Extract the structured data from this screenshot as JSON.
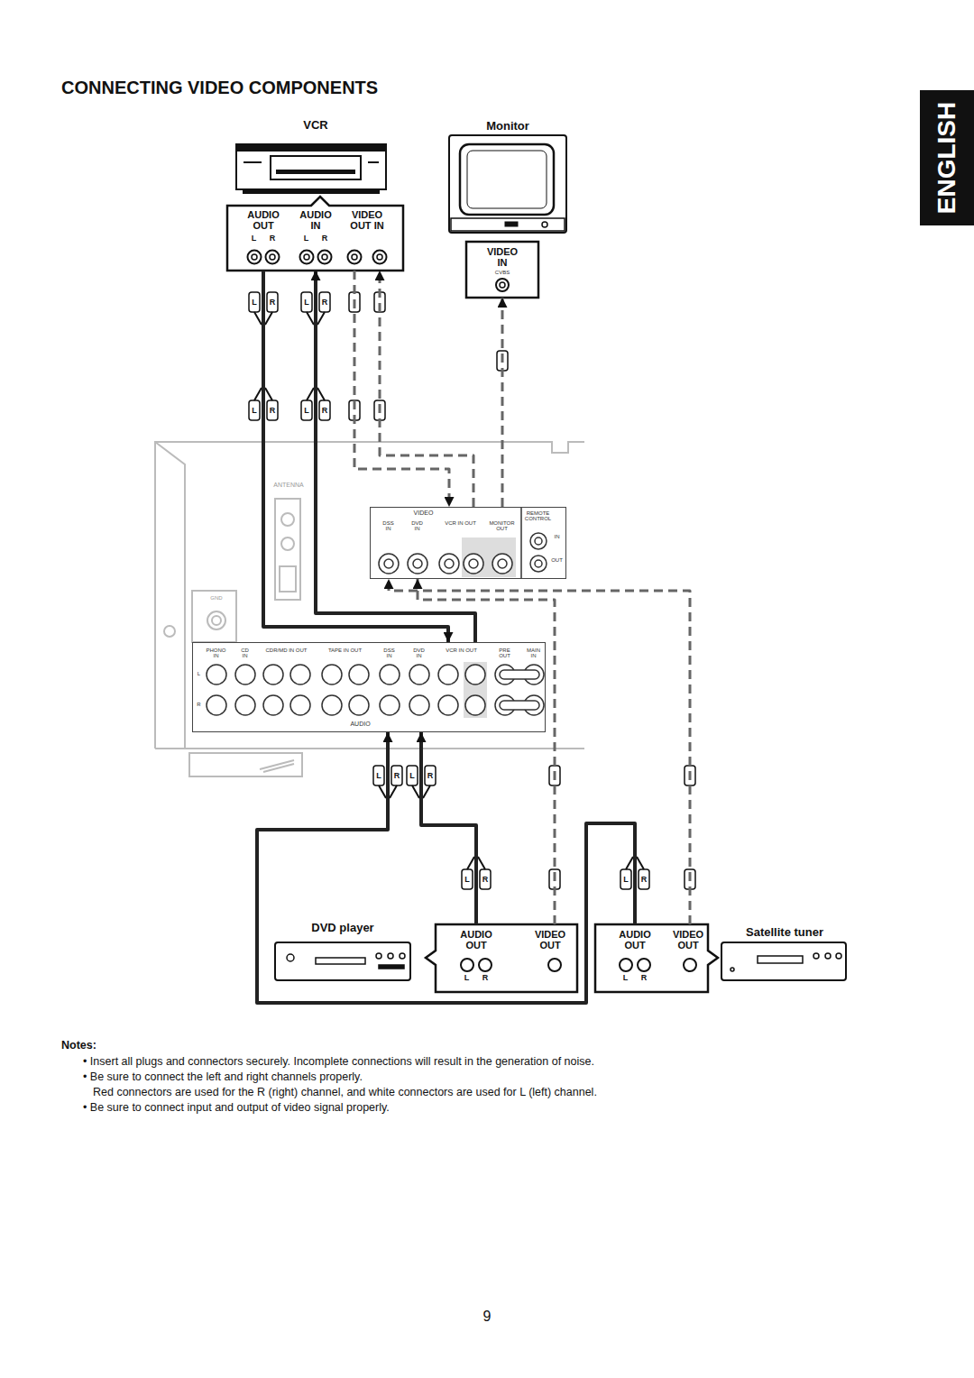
{
  "diagram": {
    "title": "CONNECTING VIDEO COMPONENTS",
    "nodes": [
      {
        "text": [
          "VCR",
          "AUDIO OUT",
          "AUDIO IN",
          "VIDEO OUT IN",
          "L R",
          "L R"
        ]
      },
      {
        "text": [
          "Monitor",
          "VIDEO IN",
          "CVBS"
        ]
      },
      {
        "text": [
          "ANTENNA",
          "GND"
        ]
      },
      {
        "text": [
          "VIDEO",
          "DSS IN",
          "DVD IN",
          "VCR IN OUT",
          "MONITOR OUT",
          "REMOTE CONTROL",
          "IN",
          "OUT"
        ],
        "in": 2
      },
      {
        "text": [
          "PHONO IN",
          "CD IN",
          "CDR/MD IN OUT",
          "TAPE IN OUT",
          "DSS IN",
          "DVD IN",
          "VCR IN OUT",
          "PRE OUT",
          "MAIN IN",
          "L",
          "R",
          "AUDIO"
        ],
        "in": 2
      },
      {
        "text": [
          "DVD player",
          "AUDIO OUT",
          "VIDEO OUT",
          "L R"
        ]
      },
      {
        "text": [
          "Satellite tuner",
          "AUDIO OUT",
          "VIDEO OUT",
          "L R"
        ]
      }
    ],
    "edges": [
      {
        "from": 0,
        "to": 4,
        "arrow": "to"
      },
      {
        "from": 4,
        "to": 0,
        "arrow": "to"
      },
      {
        "from": 0,
        "to": 3,
        "arrow": "to"
      },
      {
        "from": 3,
        "to": 0,
        "arrow": "to"
      },
      {
        "from": 3,
        "to": 1,
        "arrow": "to"
      },
      {
        "from": 5,
        "to": 4,
        "arrow": "to"
      },
      {
        "from": 5,
        "to": 3,
        "arrow": "to"
      },
      {
        "from": 6,
        "to": 4,
        "arrow": "to"
      },
      {
        "from": 6,
        "to": 3,
        "arrow": "to"
      }
    ],
    "labels": [
      "ENGLISH",
      "L",
      "R",
      "L",
      "R",
      "L",
      "R",
      "L",
      "R",
      "L",
      "R",
      "L",
      "R",
      "L",
      "R",
      "L",
      "R",
      "Notes:",
      "• Insert all plugs and connectors securely. Incomplete connections will result in the generation of noise.",
      "• Be sure to connect the left and right channels properly.",
      "Red connectors are used for the R (right) channel, and white connectors are used for L (left) channel.",
      "• Be sure to connect input and output of video signal properly.",
      "9"
    ]
  }
}
